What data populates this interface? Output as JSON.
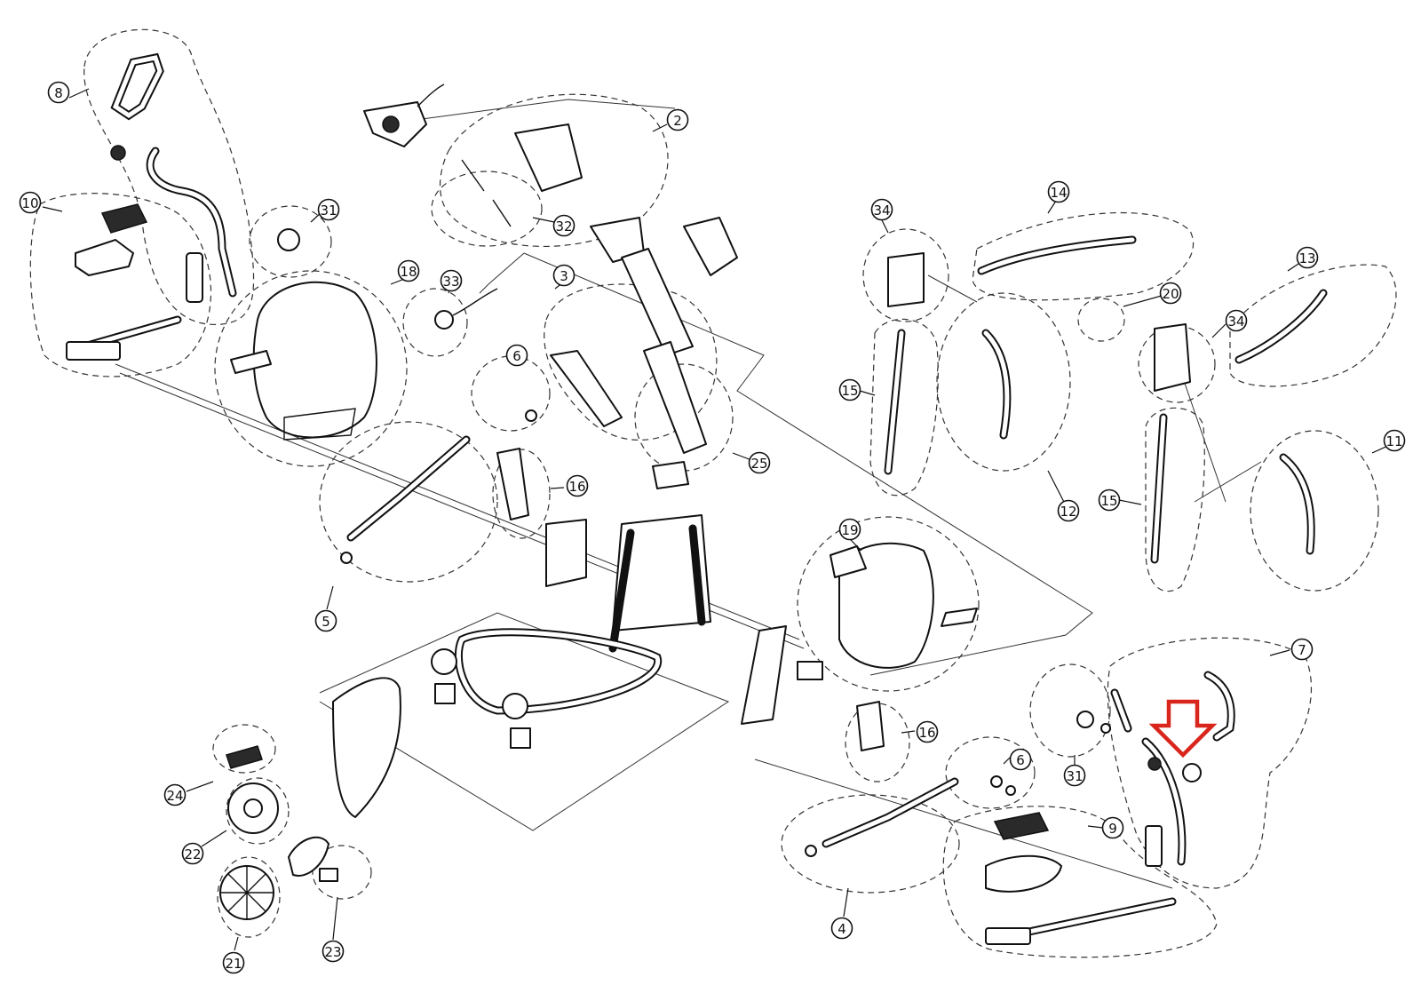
{
  "diagram": {
    "callouts": [
      {
        "id": "c8",
        "label": "8"
      },
      {
        "id": "c10",
        "label": "10"
      },
      {
        "id": "c31a",
        "label": "31"
      },
      {
        "id": "c2",
        "label": "2"
      },
      {
        "id": "c32",
        "label": "32"
      },
      {
        "id": "c18",
        "label": "18"
      },
      {
        "id": "c33",
        "label": "33"
      },
      {
        "id": "c3",
        "label": "3"
      },
      {
        "id": "c6a",
        "label": "6"
      },
      {
        "id": "c25",
        "label": "25"
      },
      {
        "id": "c16a",
        "label": "16"
      },
      {
        "id": "c5",
        "label": "5"
      },
      {
        "id": "c34a",
        "label": "34"
      },
      {
        "id": "c14",
        "label": "14"
      },
      {
        "id": "c20",
        "label": "20"
      },
      {
        "id": "c13",
        "label": "13"
      },
      {
        "id": "c34b",
        "label": "34"
      },
      {
        "id": "c15a",
        "label": "15"
      },
      {
        "id": "c12",
        "label": "12"
      },
      {
        "id": "c15b",
        "label": "15"
      },
      {
        "id": "c11",
        "label": "11"
      },
      {
        "id": "c19",
        "label": "19"
      },
      {
        "id": "c7",
        "label": "7"
      },
      {
        "id": "c16b",
        "label": "16"
      },
      {
        "id": "c6b",
        "label": "6"
      },
      {
        "id": "c31b",
        "label": "31"
      },
      {
        "id": "c9",
        "label": "9"
      },
      {
        "id": "c4",
        "label": "4"
      },
      {
        "id": "c24",
        "label": "24"
      },
      {
        "id": "c22",
        "label": "22"
      },
      {
        "id": "c21",
        "label": "21"
      },
      {
        "id": "c23",
        "label": "23"
      }
    ],
    "arrow_color": "#d9261c",
    "line_color": "#111111"
  }
}
